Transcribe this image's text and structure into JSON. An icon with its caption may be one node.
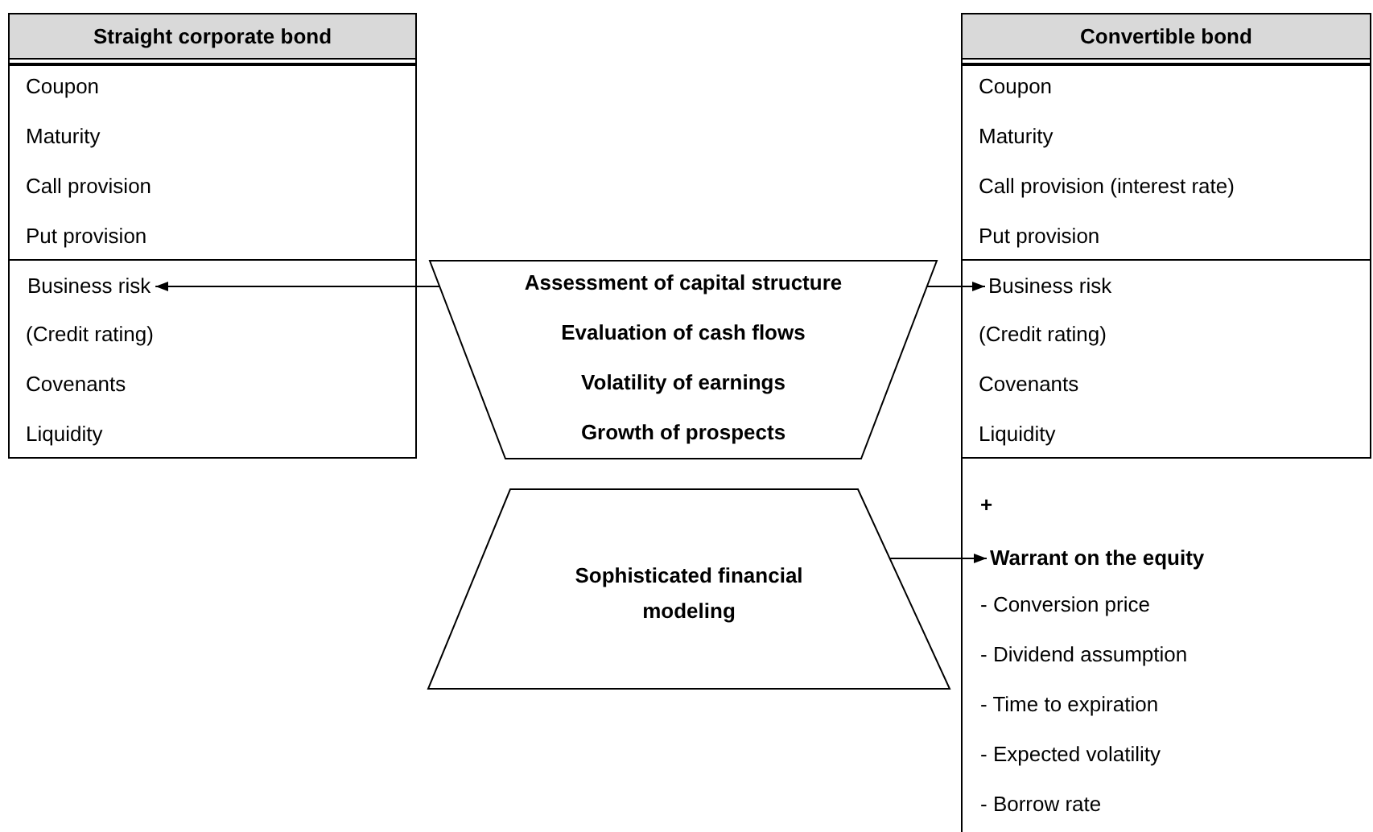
{
  "diagram": {
    "nodes": [
      {
        "text": [
          "Straight corporate bond"
        ]
      },
      {
        "text": [
          "Coupon",
          "Maturity",
          "Call provision",
          "Put provision"
        ],
        "in": 0
      },
      {
        "text": [
          "(Credit rating)",
          "Covenants",
          "Liquidity"
        ],
        "in": 0
      },
      {
        "text": [
          "Business risk"
        ],
        "in": 2
      },
      {
        "text": [
          "Convertible bond"
        ]
      },
      {
        "text": [
          "Coupon",
          "Maturity",
          "Call provision (interest rate)",
          "Put provision"
        ],
        "in": 4
      },
      {
        "text": [
          "(Credit rating)",
          "Covenants",
          "Liquidity"
        ],
        "in": 4
      },
      {
        "text": [
          "Business risk"
        ],
        "in": 6
      },
      {
        "text": [
          "+",
          "- Conversion price",
          "- Dividend assumption",
          "- Time to expiration",
          "- Expected volatility",
          "- Borrow rate"
        ]
      },
      {
        "text": [
          "Warrant on the equity"
        ],
        "in": 8
      },
      {
        "text": [
          "Assessment of capital structure",
          "Evaluation of cash flows",
          "Volatility of earnings",
          "Growth of prospects"
        ]
      },
      {
        "text": [
          "Sophisticated financial modeling"
        ]
      }
    ],
    "edges": [
      {
        "from": 10,
        "to": 3,
        "arrow": "to"
      },
      {
        "from": 10,
        "to": 7,
        "arrow": "to"
      },
      {
        "from": 11,
        "to": 9,
        "arrow": "to"
      }
    ]
  }
}
